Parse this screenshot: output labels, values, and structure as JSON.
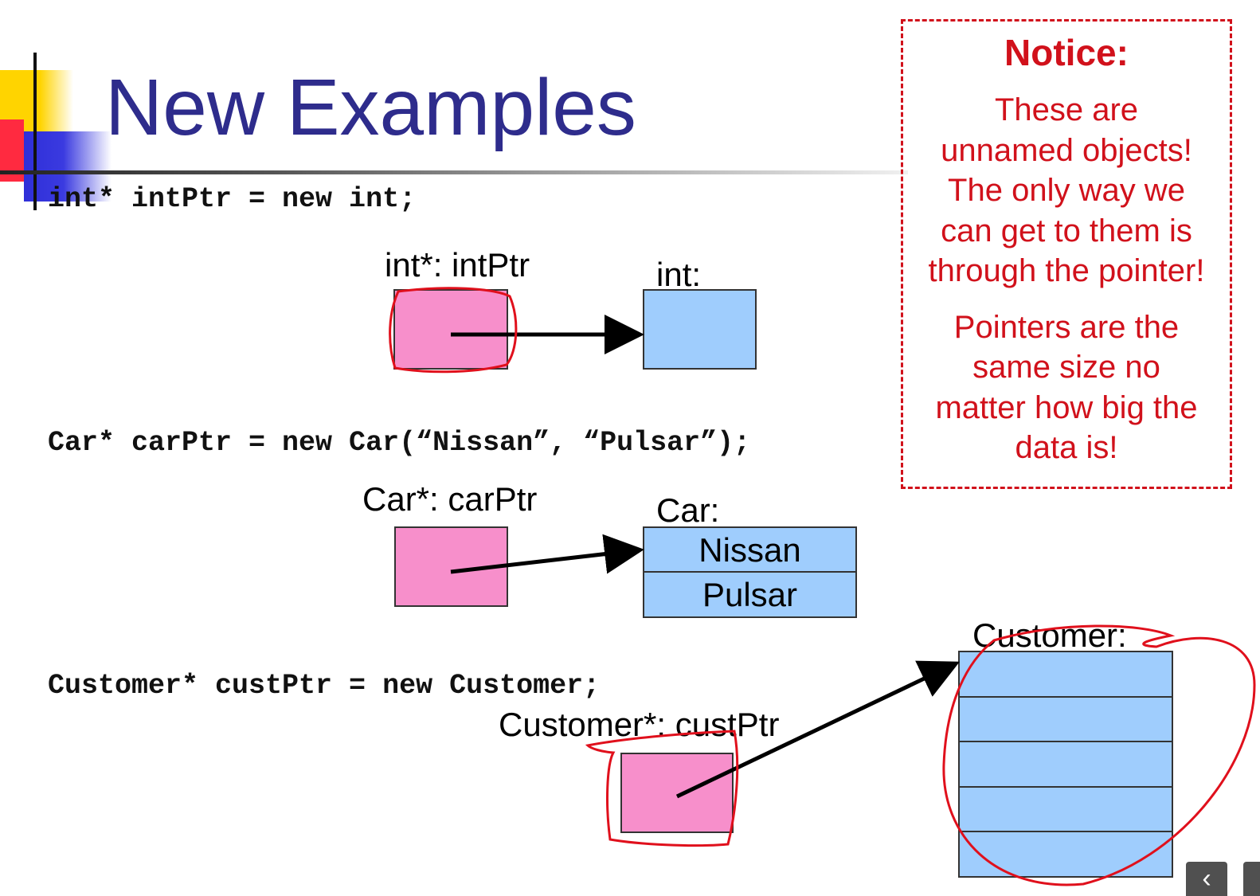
{
  "slide": {
    "title": "New Examples"
  },
  "notice": {
    "heading": "Notice:",
    "paragraph1_lines": [
      "These are",
      "unnamed objects!",
      "The only way we",
      "can get to them is",
      "through the pointer!"
    ],
    "paragraph2_lines": [
      "Pointers are the",
      "same size no",
      "matter how big the",
      "data is!"
    ]
  },
  "example_int": {
    "code": "int* intPtr = new int;",
    "pointer_label": "int*: intPtr",
    "object_label": "int:"
  },
  "example_car": {
    "code": "Car* carPtr = new Car(“Nissan”, “Pulsar”);",
    "pointer_label": "Car*: carPtr",
    "object_label": "Car:",
    "fields": [
      "Nissan",
      "Pulsar"
    ]
  },
  "example_customer": {
    "code": "Customer* custPtr = new Customer;",
    "pointer_label": "Customer*: custPtr",
    "object_label": "Customer:",
    "field_count": 5
  },
  "colors": {
    "title": "#2e2c8c",
    "notice": "#d1111b",
    "pointer_fill": "#f78fcb",
    "object_fill": "#9fcdfd",
    "annotation": "#e0101c"
  },
  "nav": {
    "prev_icon": "chevron-left-icon"
  }
}
